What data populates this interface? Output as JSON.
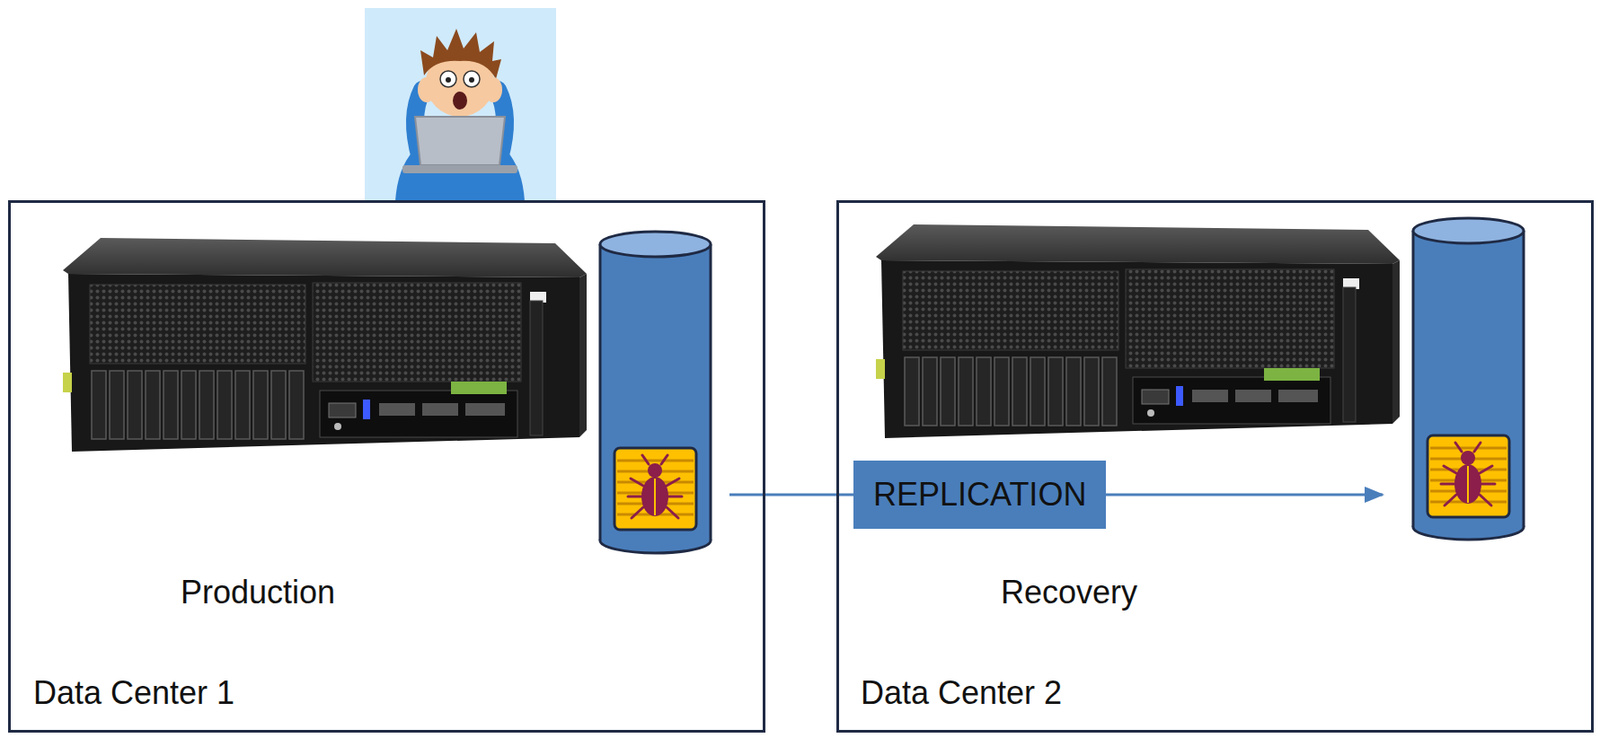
{
  "diagram": {
    "nodes": [
      {
        "text": [
          "Production",
          "Data Center 1"
        ]
      },
      {
        "text": [
          "Recovery",
          "Data Center 2"
        ]
      }
    ],
    "edges": [
      {
        "from": 0,
        "to": 1,
        "label": "REPLICATION",
        "arrow": "to"
      }
    ]
  }
}
